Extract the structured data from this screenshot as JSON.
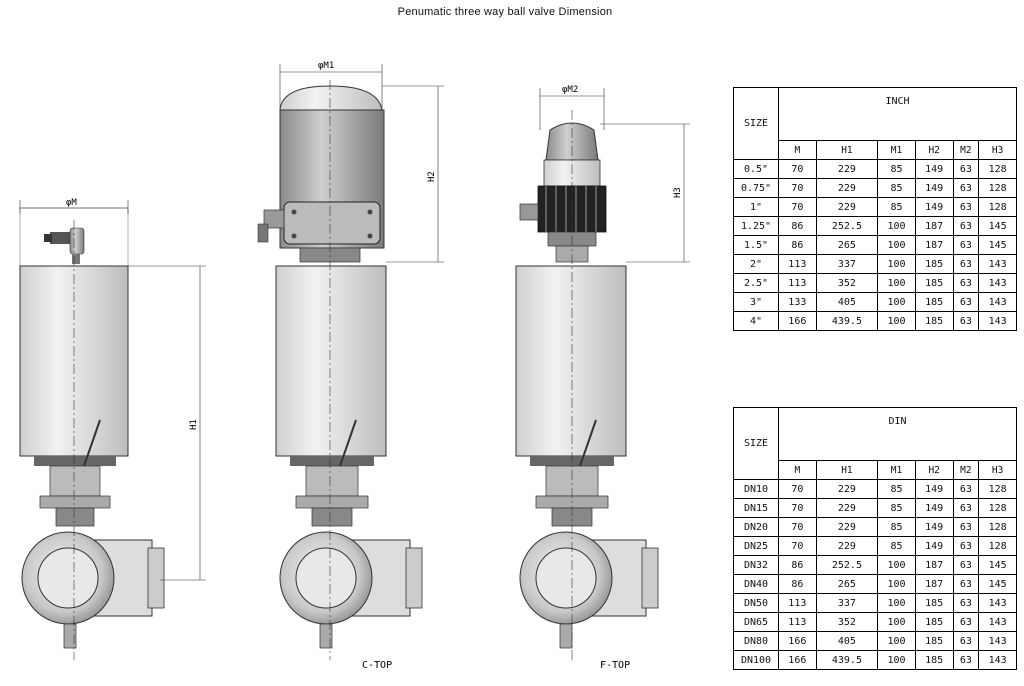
{
  "title": "Penumatic  three way ball valve Dimension",
  "views": {
    "left": {
      "label": "",
      "dims": {
        "width": "φM",
        "height": "H1"
      }
    },
    "center": {
      "label": "C-TOP",
      "dims": {
        "width": "φM1",
        "height": "H2"
      }
    },
    "right": {
      "label": "F-TOP",
      "dims": {
        "width": "φM2",
        "height": "H3"
      }
    }
  },
  "inch_table": {
    "size_header": "SIZE",
    "group_header": "INCH",
    "columns": [
      "M",
      "H1",
      "M1",
      "H2",
      "M2",
      "H3"
    ],
    "rows": [
      [
        "0.5\"",
        "70",
        "229",
        "85",
        "149",
        "63",
        "128"
      ],
      [
        "0.75\"",
        "70",
        "229",
        "85",
        "149",
        "63",
        "128"
      ],
      [
        "1\"",
        "70",
        "229",
        "85",
        "149",
        "63",
        "128"
      ],
      [
        "1.25\"",
        "86",
        "252.5",
        "100",
        "187",
        "63",
        "145"
      ],
      [
        "1.5\"",
        "86",
        "265",
        "100",
        "187",
        "63",
        "145"
      ],
      [
        "2\"",
        "113",
        "337",
        "100",
        "185",
        "63",
        "143"
      ],
      [
        "2.5\"",
        "113",
        "352",
        "100",
        "185",
        "63",
        "143"
      ],
      [
        "3\"",
        "133",
        "405",
        "100",
        "185",
        "63",
        "143"
      ],
      [
        "4\"",
        "166",
        "439.5",
        "100",
        "185",
        "63",
        "143"
      ]
    ]
  },
  "din_table": {
    "size_header": "SIZE",
    "group_header": "DIN",
    "columns": [
      "M",
      "H1",
      "M1",
      "H2",
      "M2",
      "H3"
    ],
    "rows": [
      [
        "DN10",
        "70",
        "229",
        "85",
        "149",
        "63",
        "128"
      ],
      [
        "DN15",
        "70",
        "229",
        "85",
        "149",
        "63",
        "128"
      ],
      [
        "DN20",
        "70",
        "229",
        "85",
        "149",
        "63",
        "128"
      ],
      [
        "DN25",
        "70",
        "229",
        "85",
        "149",
        "63",
        "128"
      ],
      [
        "DN32",
        "86",
        "252.5",
        "100",
        "187",
        "63",
        "145"
      ],
      [
        "DN40",
        "86",
        "265",
        "100",
        "187",
        "63",
        "145"
      ],
      [
        "DN50",
        "113",
        "337",
        "100",
        "185",
        "63",
        "143"
      ],
      [
        "DN65",
        "113",
        "352",
        "100",
        "185",
        "63",
        "143"
      ],
      [
        "DN80",
        "166",
        "405",
        "100",
        "185",
        "63",
        "143"
      ],
      [
        "DN100",
        "166",
        "439.5",
        "100",
        "185",
        "63",
        "143"
      ]
    ]
  }
}
